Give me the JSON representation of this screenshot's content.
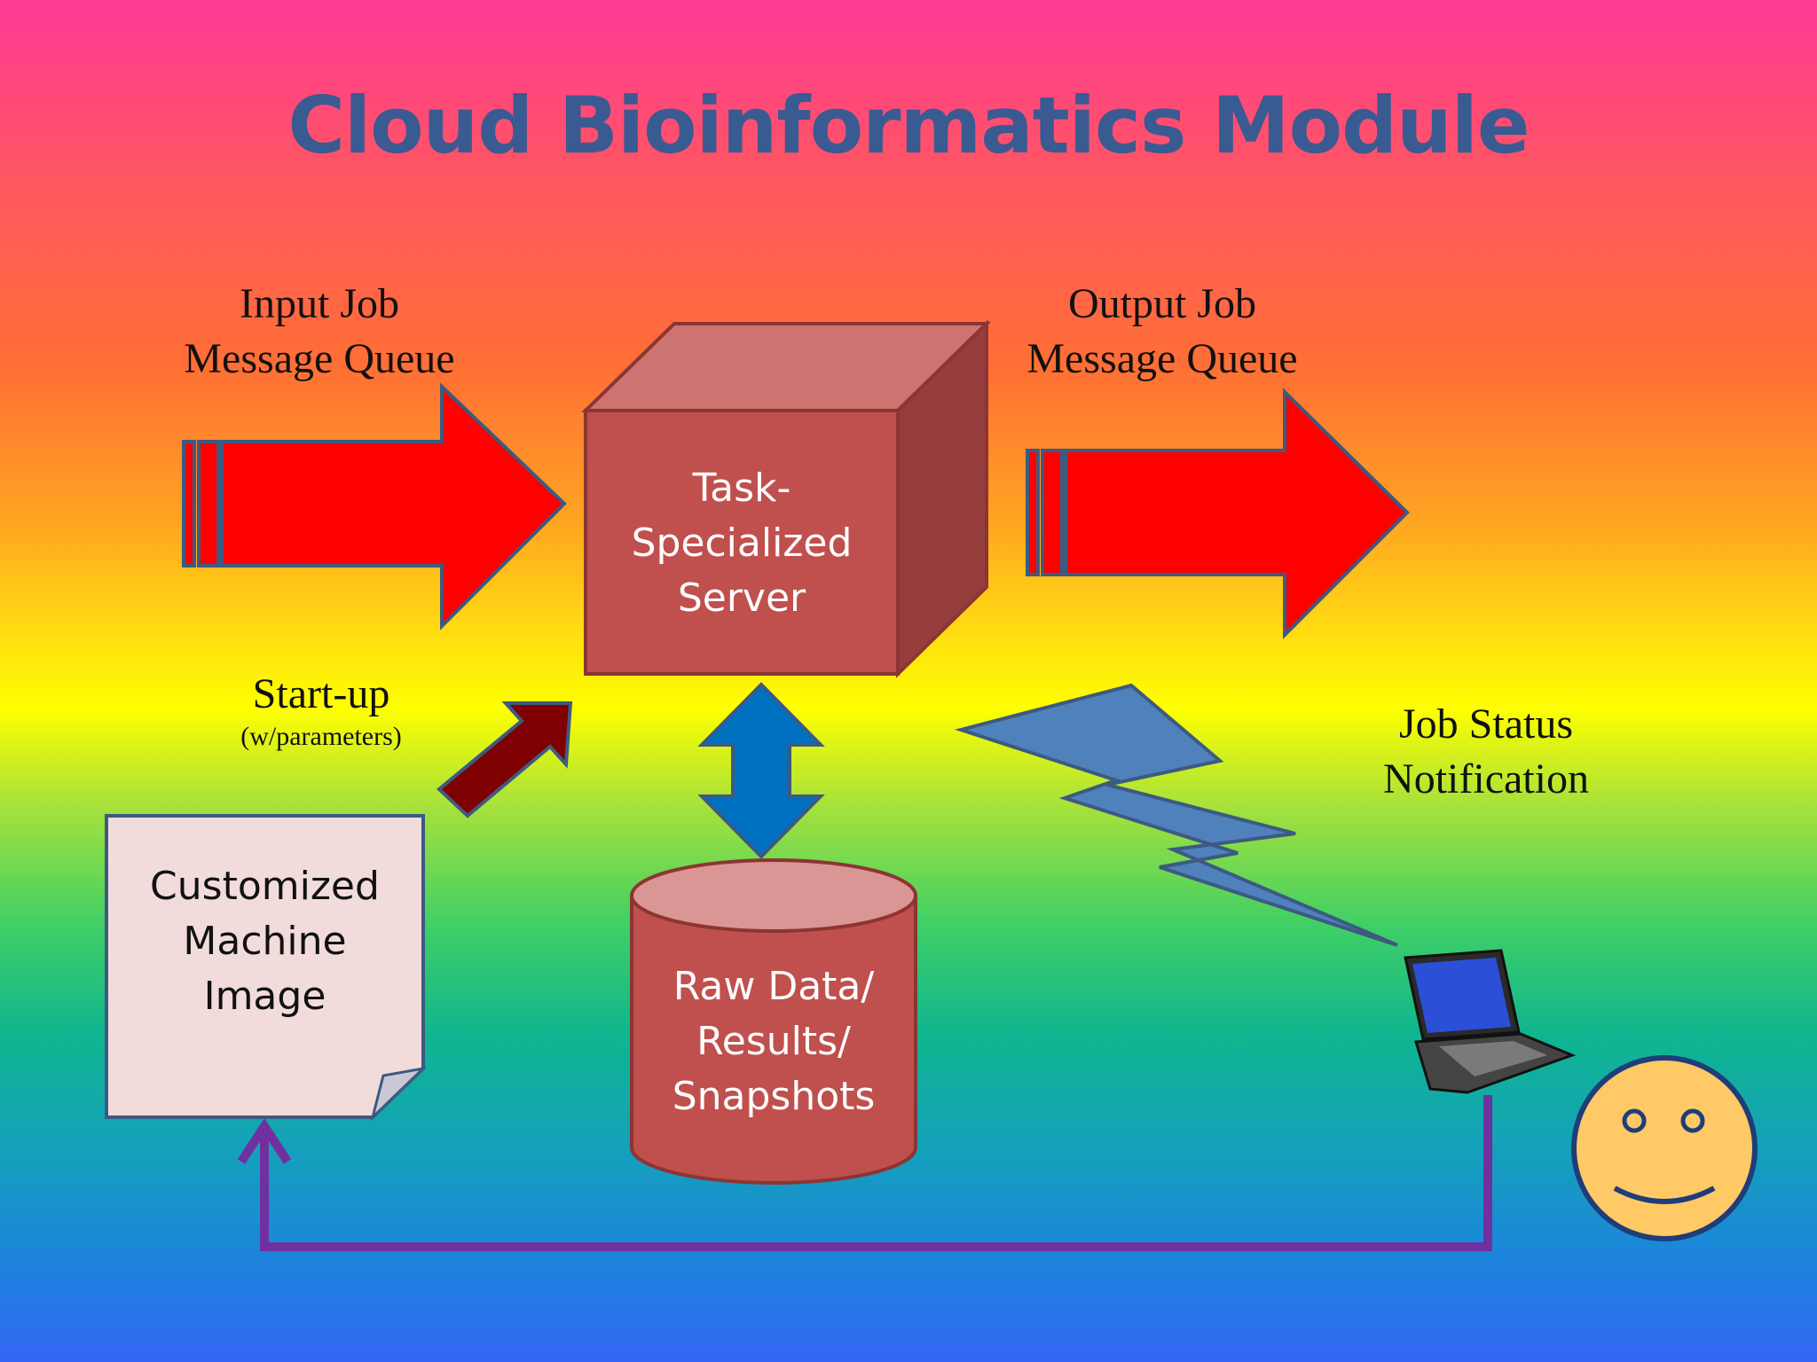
{
  "title": "Cloud Bioinformatics Module",
  "labels": {
    "input_queue_line1": "Input Job",
    "input_queue_line2": "Message Queue",
    "output_queue_line1": "Output Job",
    "output_queue_line2": "Message Queue",
    "startup": "Start-up",
    "startup_params": "(w/parameters)",
    "job_status_line1": "Job Status",
    "job_status_line2": "Notification"
  },
  "server": {
    "line1": "Task-",
    "line2": "Specialized",
    "line3": "Server"
  },
  "storage": {
    "line1": "Raw Data/",
    "line2": "Results/",
    "line3": "Snapshots"
  },
  "machine_image": {
    "line1": "Customized",
    "line2": "Machine",
    "line3": "Image"
  },
  "icons": [
    "input-arrow-icon",
    "output-arrow-icon",
    "startup-arrow-icon",
    "double-arrow-icon",
    "lightning-bolt-icon",
    "laptop-icon",
    "smiley-face-icon",
    "return-arrow-icon"
  ],
  "colors": {
    "title": "#3a5a92",
    "queue_arrow": "#ff0000",
    "server_front": "#c0504d",
    "storage": "#c0504d",
    "document": "#f2dcdb",
    "bolt": "#4f81bd",
    "double_arrow": "#0070c0",
    "startup_arrow": "#7f0000",
    "return_line": "#7030a0",
    "smiley": "#ffc966"
  }
}
